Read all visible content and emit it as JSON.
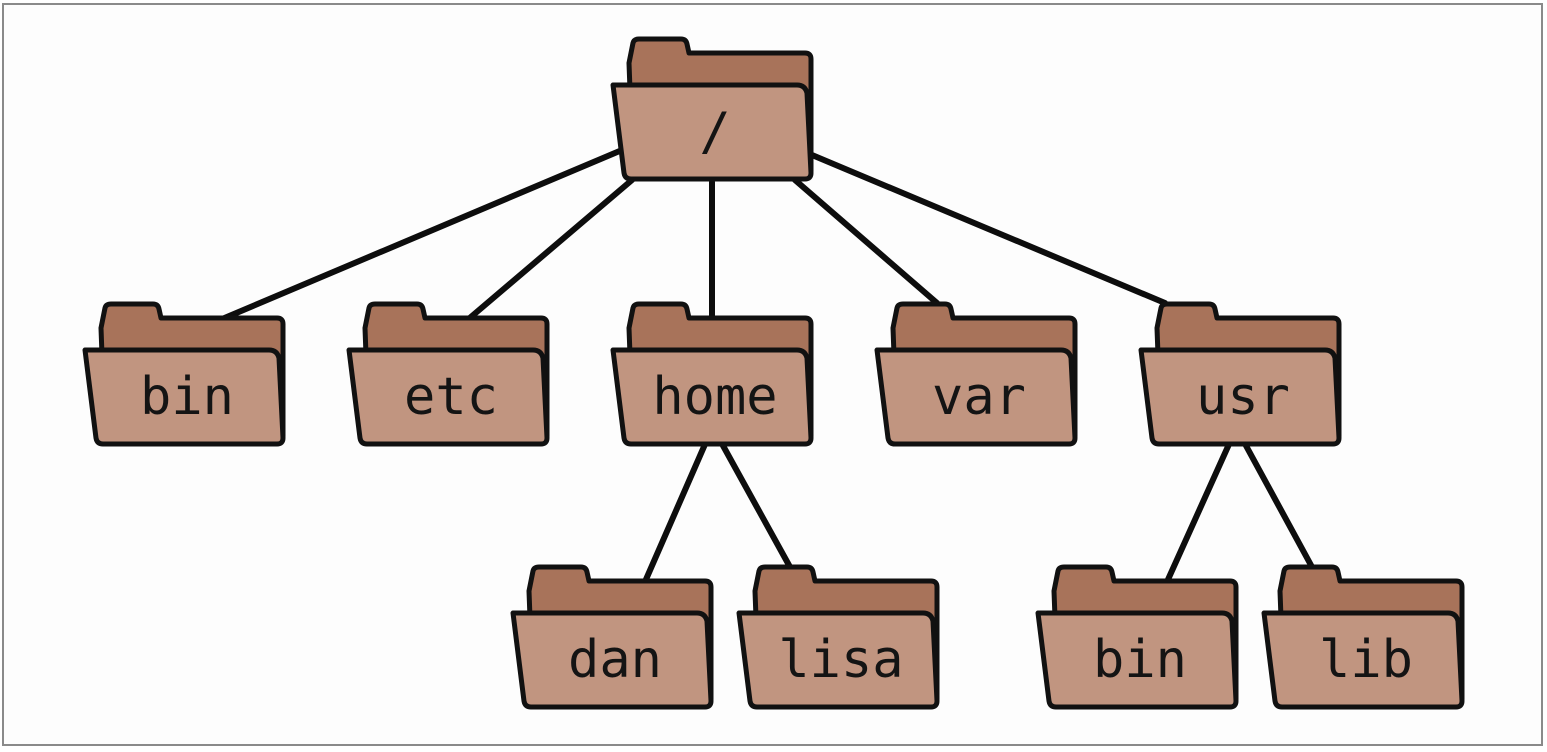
{
  "colors": {
    "folder_back": "#a8735a",
    "folder_front": "#c19580",
    "outline": "#111111",
    "edge": "#0d0d0d"
  },
  "tree": {
    "root": {
      "label": "/"
    },
    "children": [
      {
        "key": "bin",
        "label": "bin"
      },
      {
        "key": "etc",
        "label": "etc"
      },
      {
        "key": "home",
        "label": "home"
      },
      {
        "key": "var",
        "label": "var"
      },
      {
        "key": "usr",
        "label": "usr"
      }
    ],
    "home_children": [
      {
        "key": "dan",
        "label": "dan"
      },
      {
        "key": "lisa",
        "label": "lisa"
      }
    ],
    "usr_children": [
      {
        "key": "usr-bin",
        "label": "bin"
      },
      {
        "key": "usr-lib",
        "label": "lib"
      }
    ]
  }
}
